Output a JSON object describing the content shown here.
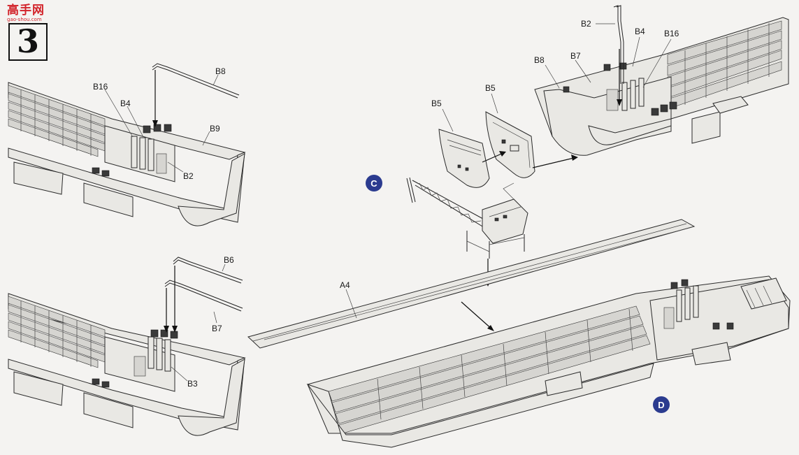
{
  "brand": {
    "logo_text": "高手网",
    "logo_url_text": "gao-shou.com",
    "logo_color": "#d2232a"
  },
  "step": {
    "number": "3"
  },
  "markers": {
    "c": "C",
    "d": "D",
    "color": "#2b3b8f"
  },
  "parts": {
    "top_left": {
      "b8": "B8",
      "b16": "B16",
      "b4": "B4",
      "b9": "B9",
      "b2": "B2"
    },
    "bottom_left": {
      "b6": "B6",
      "b7": "B7",
      "b3": "B3"
    },
    "top_right": {
      "b2": "B2",
      "b4": "B4",
      "b16": "B16",
      "b8": "B8",
      "b7": "B7"
    },
    "center": {
      "b5_left": "B5",
      "b5_right": "B5",
      "a4": "A4"
    }
  }
}
